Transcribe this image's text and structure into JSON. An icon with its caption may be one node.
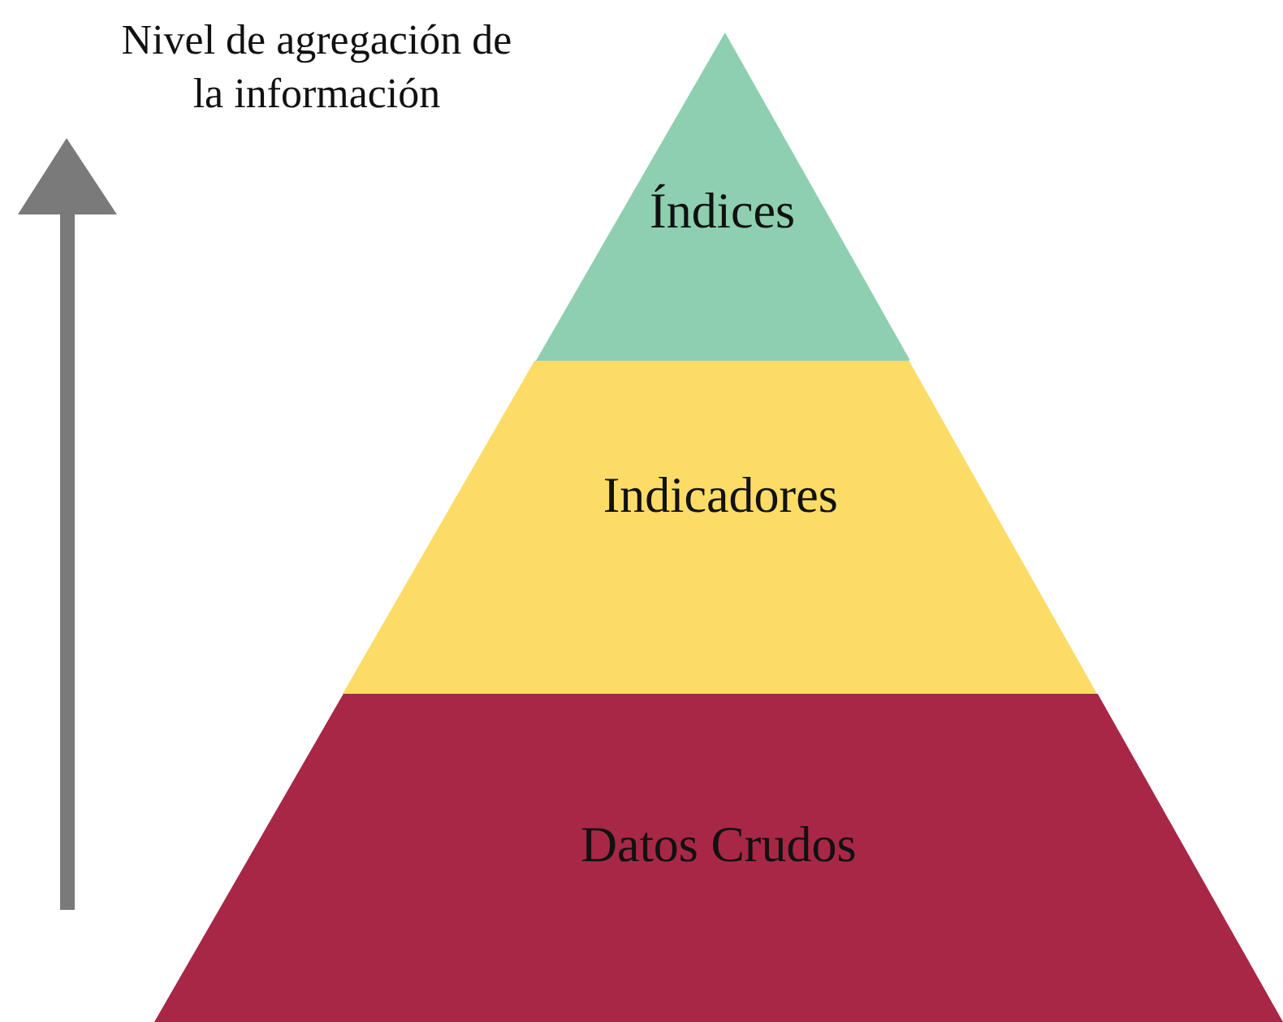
{
  "diagram": {
    "nodes": [
      {
        "text": [
          "Índices"
        ]
      },
      {
        "text": [
          "Indicadores"
        ]
      },
      {
        "text": [
          "Datos Crudos"
        ]
      }
    ],
    "labels": [
      "Nivel de agregación de la información"
    ]
  }
}
